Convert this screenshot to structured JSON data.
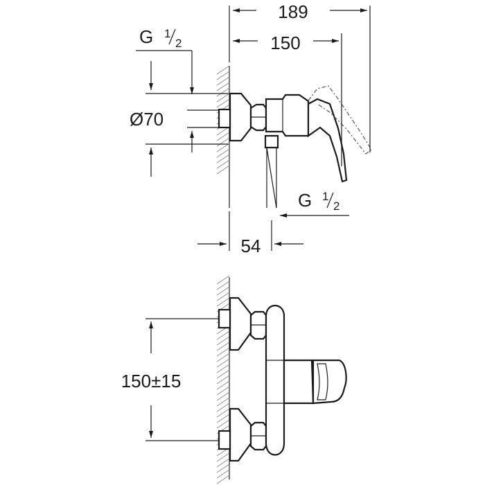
{
  "dimensions": {
    "overall_depth": "189",
    "body_depth": "150",
    "diameter": "Ø70",
    "inlet_thread": "G",
    "inlet_fraction_num": "1",
    "inlet_fraction_den": "2",
    "outlet_thread": "G",
    "outlet_fraction_num": "1",
    "outlet_fraction_den": "2",
    "outlet_offset": "54",
    "centre_distance": "150±15"
  }
}
